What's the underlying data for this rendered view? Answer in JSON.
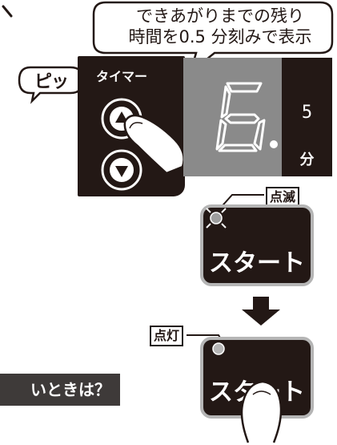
{
  "callout": {
    "line1": "できあがりまでの残り",
    "line2": "時間を0.5 分刻みで表示"
  },
  "beep": "ピッ",
  "timer": {
    "label": "タイマー"
  },
  "display": {
    "digit": "6.",
    "half_digit": "5",
    "unit": "分"
  },
  "blink_label": "点滅",
  "lit_label": "点灯",
  "start_button_top": "スタート",
  "start_button_bottom": "スタート",
  "question_text": "いときは？",
  "colors": {
    "panel": "#231815",
    "display_bg": "#8a8a8a",
    "led_off": "#9e9e9e",
    "question_bg": "#3e3a39"
  }
}
